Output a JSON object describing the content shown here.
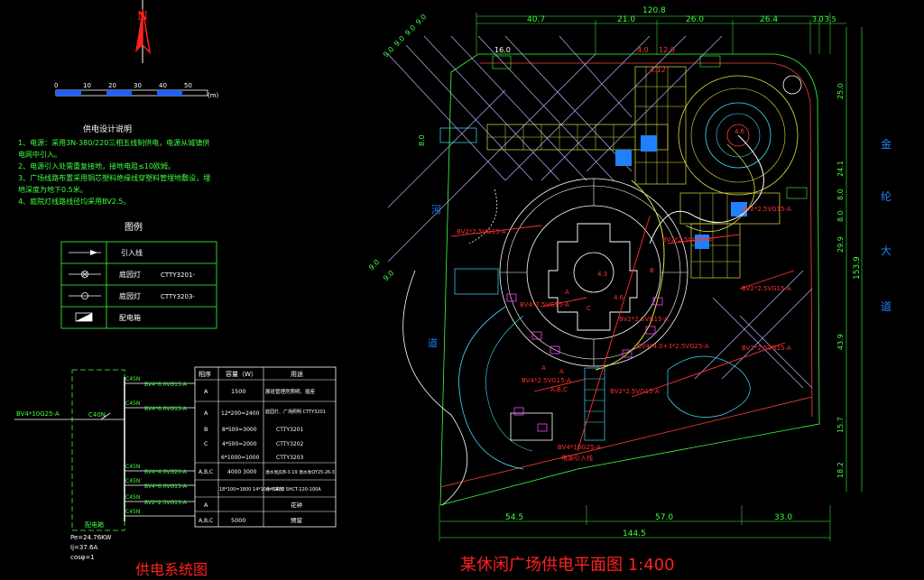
{
  "north": {
    "label": "N"
  },
  "scale_bar": {
    "ticks": [
      "0",
      "10",
      "20",
      "30",
      "40",
      "50"
    ],
    "unit": "(m)"
  },
  "notes": {
    "title": "供电设计说明",
    "lines": [
      "1、电源：采用3N-380/220三相五线制供电，电源从城镇供",
      "   电网中引入。",
      "2、电源引入处需重复接地，接地电阻≤10欧姆。",
      "3、广场线路布置采用铜芯塑料绝缘线穿塑料管埋地敷设，埋",
      "   地深度为地下0.5米。",
      "4、庭院灯线路线径均采用BV2.5。"
    ]
  },
  "legend": {
    "title": "图例",
    "rows": [
      {
        "label": "引入线",
        "model": ""
      },
      {
        "label": "庭园灯",
        "model": "CTTY3201-"
      },
      {
        "label": "庭园灯",
        "model": "CTTY3203-"
      },
      {
        "label": "配电箱",
        "model": ""
      }
    ]
  },
  "system": {
    "input_label": "BV4*10G25-A",
    "main_breaker": "C40N",
    "branches": [
      {
        "breaker": "C45N",
        "cable": "BV4*6.0VG15-A"
      },
      {
        "breaker": "C45N",
        "cable": "BV4*6.0VG15-A"
      },
      {
        "breaker": "C45N",
        "cable": "BV4*4.0VG20-A"
      },
      {
        "breaker": "C45N",
        "cable": "BV4*6.0VG15-A"
      },
      {
        "breaker": "C45N",
        "cable": "BV2*2.5VG15-A"
      },
      {
        "breaker": "C45N",
        "cable": ""
      }
    ],
    "panel_label": "配电箱",
    "calc": [
      "Pe=24.76KW",
      "Ij=37.6A",
      "cosφ=1"
    ],
    "title": "供电系统图"
  },
  "load_table": {
    "headers": [
      "相序",
      "容量（W）",
      "用途"
    ],
    "rows": [
      {
        "phase": "A",
        "capacity": "1500",
        "use": "展班管理房照明、插座"
      },
      {
        "phase": "A",
        "capacity": "12*200=2400",
        "use": "庭园灯、广场照明 CTTY3201"
      },
      {
        "phase": "B",
        "capacity": "8*500=3000",
        "use": "CTTY3201"
      },
      {
        "phase": "C",
        "capacity": "4*500=2000",
        "use": "CTTY3202"
      },
      {
        "phase": "",
        "capacity": "6*1000=1000",
        "use": "CTTY3203"
      },
      {
        "phase": "A,B,C",
        "capacity": "4000 3000",
        "use": "潜水泵JQB-3-19 潜水泵QY25-26-3"
      },
      {
        "phase": "",
        "capacity": "18*100=1800 14*100=1400",
        "use": "水下彩灯 SHCT-220-100A"
      },
      {
        "phase": "A",
        "capacity": "",
        "use": "花钟"
      },
      {
        "phase": "A,B,C",
        "capacity": "5000",
        "use": "预留"
      }
    ]
  },
  "plan": {
    "title": "某休闲广场供电平面图 1:400",
    "top_total": "120.8",
    "top_dims": [
      "40.7",
      "21.0",
      "26.0",
      "26.4",
      "3.0",
      "3.5"
    ],
    "top_small": [
      "16.0",
      "4.0",
      "12.0",
      "4.12"
    ],
    "bottom_dims": [
      "54.5",
      "57.0",
      "33.0"
    ],
    "bottom_total": "144.5",
    "right_dims": [
      "25.0",
      "24.1",
      "8.0",
      "8.0",
      "29.9",
      "43.9",
      "15.7",
      "18.2"
    ],
    "right_total": "153.9",
    "left_dims": [
      "9.0",
      "9.0",
      "9.0",
      "9.0",
      "8.0",
      "9.0",
      "9.0"
    ],
    "road_name": [
      "金",
      "纶",
      "大",
      "道"
    ],
    "river_name": [
      "河",
      "道"
    ],
    "cables": [
      "BV2*2.5VG15-A",
      "BV2*2.5VG15-A",
      "BV4*2.5VG15-A",
      "BV2*2.5VG15-A",
      "BV2*2.5VG15-A",
      "BV4*4.0+3*2.5VG25-A",
      "BV4*2.5VG15-A",
      "BV2*2.5VG15-A",
      "BV2*2.5VG15-A",
      "BV4*10G25-A",
      "BV2*2.5VG15-A"
    ],
    "phase_labels": [
      "A",
      "B",
      "C",
      "A",
      "A,B,C",
      "A"
    ],
    "radius_labels": [
      "4.6",
      "4.3",
      "4.6"
    ],
    "feed_note": "电源引入线"
  }
}
